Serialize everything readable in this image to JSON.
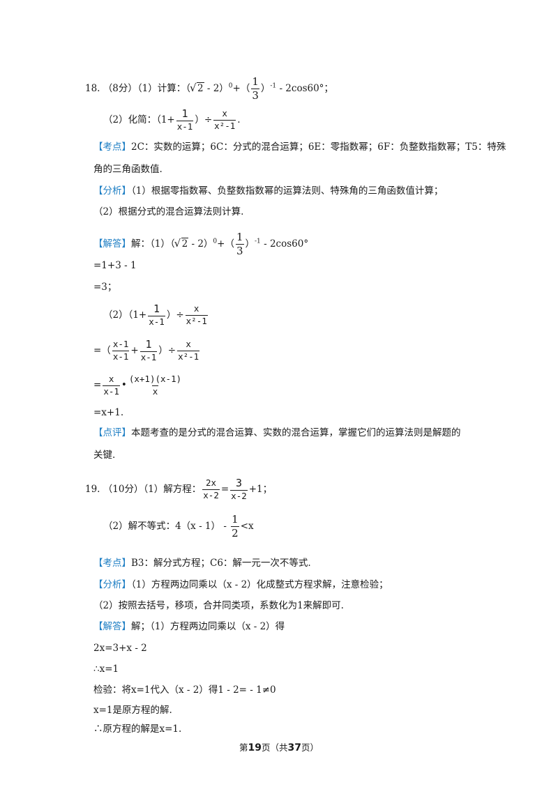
{
  "q18": {
    "head": "18.  （8分）（1）计算：",
    "sqrt_arg": "2",
    "expr_a": " - 2）",
    "exp0": "0",
    "plus_paren": "+（",
    "f_num": "1",
    "f_den": "3",
    "exp_neg1": "-1",
    "tail": " - 2cos60°；",
    "p2_head": "（2）化简：（1+",
    "p2_f1_num": "1",
    "p2_f1_den": "x-1",
    "p2_div": "）÷",
    "p2_f2_num": "x",
    "p2_f2_den": "x²-1",
    "p2_end": "."
  },
  "q18_kaodian": {
    "tag": "【考点】",
    "line1": "2C：实数的运算；6C：分式的混合运算；6E：零指数幂；6F：负整数指数幂；T5：特殊",
    "line2": "角的三角函数值."
  },
  "q18_fenxi": {
    "tag": "【分析】",
    "line1": "（1）根据零指数幂、负整数指数幂的运算法则、特殊角的三角函数值计算；",
    "line2": "（2）根据分式的混合运算法则计算."
  },
  "q18_jieda": {
    "tag": "【解答】",
    "lead": "解：（1）（",
    "expr_a": " - 2）",
    "plus_paren": "+（",
    "tail": " - 2cos60°",
    "s1": "=1+3 - 1",
    "s2": "=3；",
    "p2_lead": "（2）（1+",
    "p3_lead": "=（",
    "p3_num_a": "x-1",
    "p3_den_a": "x-1",
    "plus": "+",
    "p4_lead": "=",
    "p4_num_b": "(x+1)(x-1)",
    "p4_den_b": "x",
    "dot": "•",
    "s5": "=x+1."
  },
  "q18_dianping": {
    "tag": "【点评】",
    "line1": "本题考查的是分式的混合运算、实数的混合运算，掌握它们的运算法则是解题的",
    "line2": "关键."
  },
  "q19": {
    "head": "19.  （10分）（1）解方程：",
    "f1_num": "2x",
    "f1_den": "x-2",
    "eq": "=",
    "f2_num": "3",
    "f2_den": "x-2",
    "tail": "+1；",
    "p2_head": "（2）解不等式：4（x - 1） - ",
    "p2_f_num": "1",
    "p2_f_den": "2",
    "p2_tail": "<x"
  },
  "q19_kaodian": {
    "tag": "【考点】",
    "text": "B3：解分式方程；C6：解一元一次不等式."
  },
  "q19_fenxi": {
    "tag": "【分析】",
    "line1": "（1）方程两边同乘以（x - 2）化成整式方程求解，注意检验；",
    "line2": "（2）按照去括号，移项，合并同类项，系数化为1来解即可."
  },
  "q19_jieda": {
    "tag": "【解答】",
    "line1": "解；（1）方程两边同乘以（x - 2）得",
    "s1": "2x=3+x - 2",
    "s2": "∴x=1",
    "s3": "检验：将x=1代入（x - 2）得1 - 2= - 1≠0",
    "s4": "x=1是原方程的解.",
    "s5": "∴原方程的解是x=1."
  },
  "footer": {
    "a": "第",
    "page": "19",
    "b": "页（共",
    "total": "37",
    "c": "页）"
  }
}
